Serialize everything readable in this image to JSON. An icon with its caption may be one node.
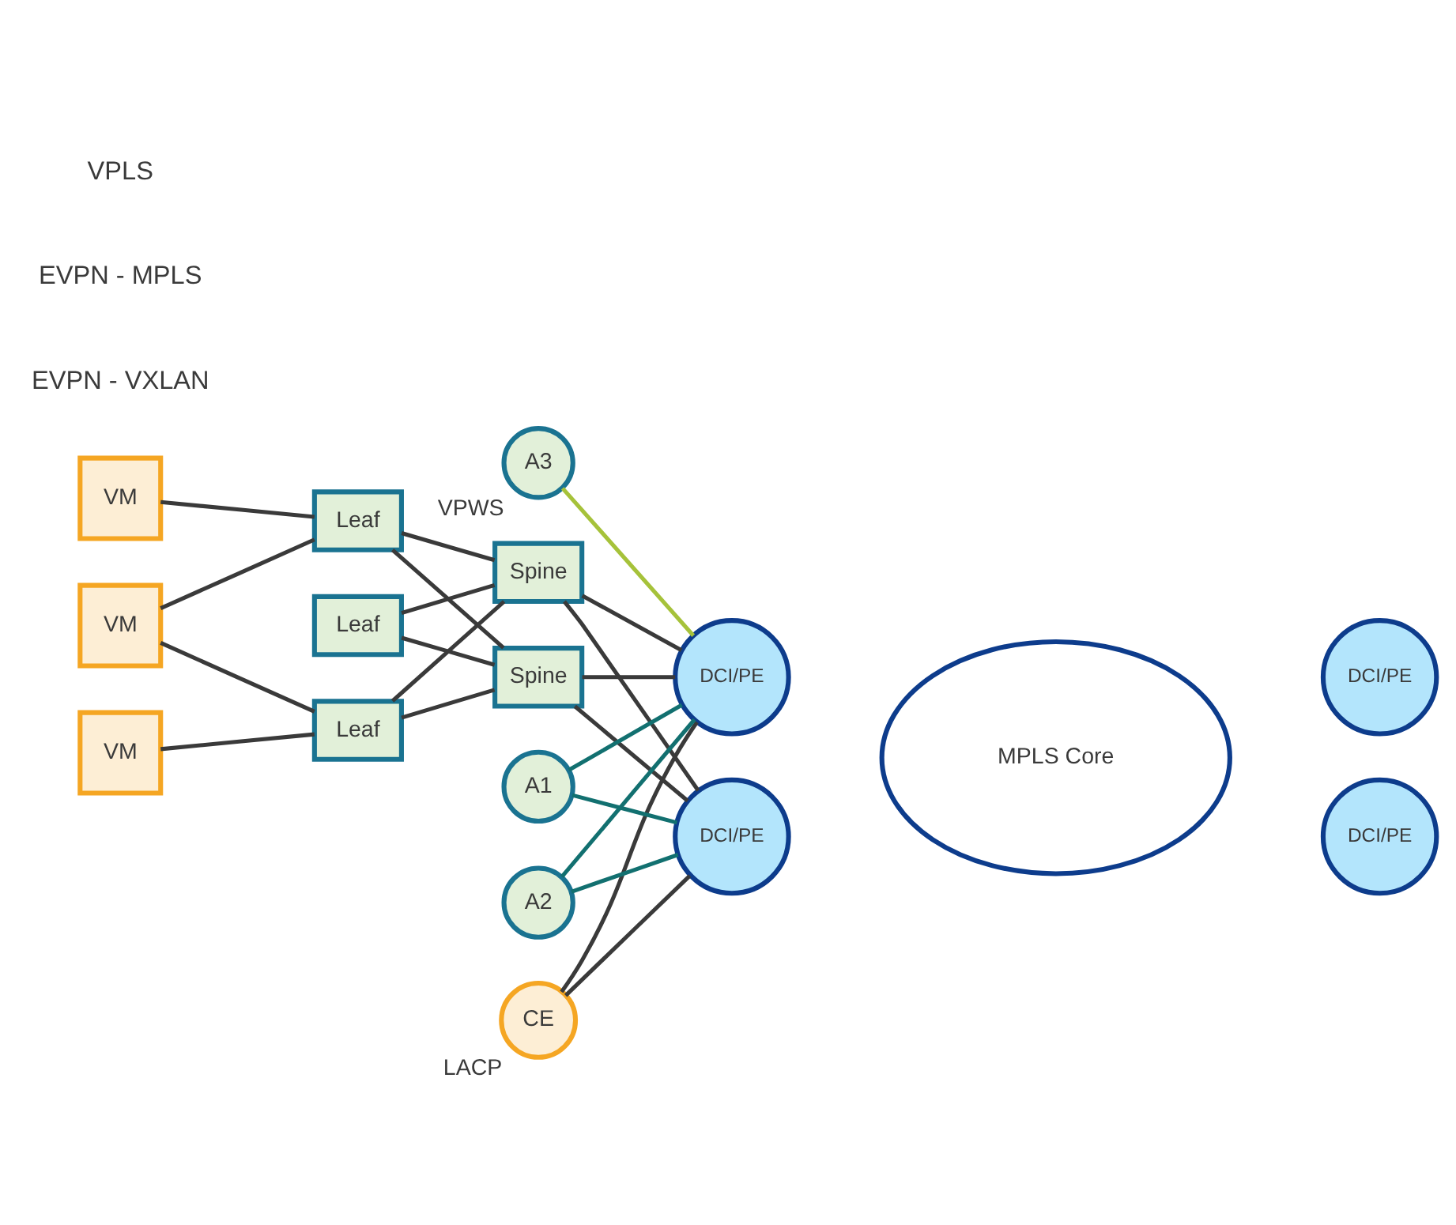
{
  "diagram": {
    "nodes": [
      {
        "text": [
          "CE"
        ],
        "beside": [
          "LACP"
        ]
      },
      {
        "text": [
          "A3"
        ],
        "beside": [
          "VPWS"
        ]
      },
      {
        "text": [
          "VM"
        ]
      },
      {
        "text": [
          "VM"
        ]
      },
      {
        "text": [
          "VM"
        ]
      },
      {
        "text": [
          "Leaf"
        ]
      },
      {
        "text": [
          "Leaf"
        ]
      },
      {
        "text": [
          "Leaf"
        ]
      },
      {
        "text": [
          "Spine"
        ]
      },
      {
        "text": [
          "Spine"
        ]
      },
      {
        "text": [
          "DCI/PE"
        ]
      },
      {
        "text": [
          "DCI/PE"
        ]
      },
      {
        "text": [
          "MPLS Core"
        ]
      },
      {
        "text": [
          "DCI/PE"
        ]
      },
      {
        "text": [
          "DCI/PE"
        ]
      },
      {
        "text": [
          "A1"
        ]
      },
      {
        "text": [
          "A2"
        ]
      }
    ],
    "edges": [
      {
        "from": 2,
        "to": 5,
        "arrow": "none"
      },
      {
        "from": 3,
        "to": 5,
        "arrow": "none"
      },
      {
        "from": 3,
        "to": 7,
        "arrow": "none"
      },
      {
        "from": 4,
        "to": 7,
        "arrow": "none"
      },
      {
        "from": 5,
        "to": 8,
        "arrow": "none"
      },
      {
        "from": 5,
        "to": 9,
        "arrow": "none"
      },
      {
        "from": 6,
        "to": 8,
        "arrow": "none"
      },
      {
        "from": 6,
        "to": 9,
        "arrow": "none"
      },
      {
        "from": 7,
        "to": 8,
        "arrow": "none"
      },
      {
        "from": 7,
        "to": 9,
        "arrow": "none"
      },
      {
        "from": 8,
        "to": 10,
        "arrow": "none"
      },
      {
        "from": 8,
        "to": 11,
        "arrow": "none"
      },
      {
        "from": 9,
        "to": 10,
        "arrow": "none"
      },
      {
        "from": 9,
        "to": 11,
        "arrow": "none"
      },
      {
        "from": 0,
        "to": 10,
        "arrow": "none"
      },
      {
        "from": 0,
        "to": 11,
        "arrow": "none"
      },
      {
        "from": 1,
        "to": 10,
        "arrow": "none",
        "color": "#a6c23a"
      },
      {
        "from": 15,
        "to": 10,
        "arrow": "none",
        "color": "#127070"
      },
      {
        "from": 15,
        "to": 11,
        "arrow": "none",
        "color": "#127070"
      },
      {
        "from": 16,
        "to": 10,
        "arrow": "none",
        "color": "#127070"
      },
      {
        "from": 16,
        "to": 11,
        "arrow": "none",
        "color": "#127070"
      }
    ],
    "labels": [
      "EVPN - VXLAN",
      "EVPN - MPLS",
      "VPLS"
    ]
  }
}
